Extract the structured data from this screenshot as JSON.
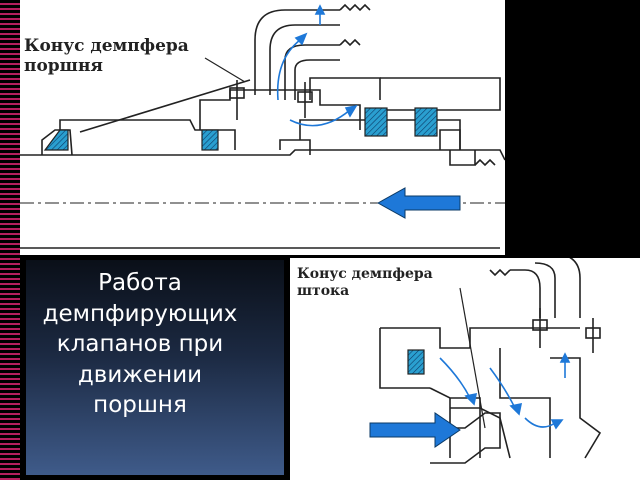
{
  "caption": {
    "text": "Работа\nдемпфирующих\nклапанов при\nдвижении\nпоршня"
  },
  "labels": {
    "piston_cone_line1": "Конус демпфера",
    "piston_cone_line2": "поршня",
    "rod_cone_line1": "Конус демпфера",
    "rod_cone_line2": "штока"
  },
  "colors": {
    "flow_arrow": "#1e78d8",
    "seal_hatch": "#2a9fd0",
    "stripe": "#d6246e"
  }
}
